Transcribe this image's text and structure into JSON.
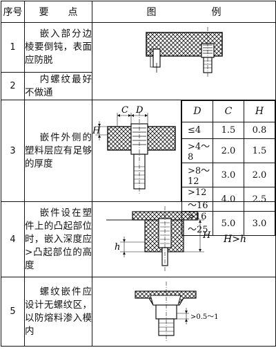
{
  "header": {
    "col_num": "序号",
    "col_req_a": "要",
    "col_req_b": "点",
    "col_fig_a": "图",
    "col_fig_b": "例"
  },
  "rows": [
    {
      "num": "1",
      "requirement": "嵌入部分边棱要倒钝，表面应防脱"
    },
    {
      "num": "2",
      "requirement": "内螺纹最好不做通"
    },
    {
      "num": "3",
      "requirement": "嵌件外侧的塑料层应有足够的厚度"
    },
    {
      "num": "4",
      "requirement": "嵌件设在塑件上的凸起部位时，嵌入深度应>凸起部位的高度"
    },
    {
      "num": "5",
      "requirement": "螺纹嵌件应设计无螺纹区，以防熔料渗入模内"
    }
  ],
  "row3_table": {
    "headers": [
      "D",
      "C",
      "H"
    ],
    "rows": [
      [
        "≤4",
        "1.5",
        "0.8"
      ],
      [
        ">4～8",
        "2.0",
        "1.5"
      ],
      [
        ">8～12",
        "3.0",
        "2.0"
      ],
      [
        ">12～16",
        "4.0",
        "2.5"
      ],
      [
        ">16～25",
        "5.0",
        "3.0"
      ]
    ]
  },
  "figure_labels": {
    "row3_c": "C",
    "row3_d": "D",
    "row3_h": "H",
    "row4_h_big": "H",
    "row4_h_small": "h",
    "row4_relation": "H>h",
    "row5_dim": ">0.5～1"
  }
}
